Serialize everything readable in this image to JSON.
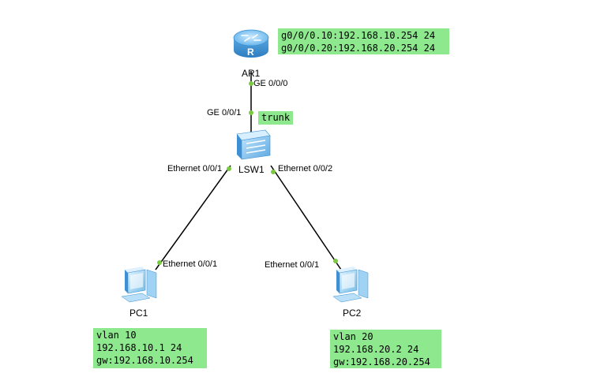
{
  "devices": {
    "router": {
      "name": "AR1",
      "icon": "router-icon"
    },
    "switch": {
      "name": "LSW1",
      "icon": "switch-icon"
    },
    "pc1": {
      "name": "PC1",
      "icon": "pc-icon"
    },
    "pc2": {
      "name": "PC2",
      "icon": "pc-icon"
    }
  },
  "ports": {
    "ar1_up_link": "GE 0/0/0",
    "lsw1_up_link": "GE 0/0/1",
    "lsw1_to_pc1": "Ethernet 0/0/1",
    "lsw1_to_pc2": "Ethernet 0/0/2",
    "pc1_port": "Ethernet 0/0/1",
    "pc2_port": "Ethernet 0/0/1"
  },
  "notes": {
    "router": [
      "g0/0/0.10:192.168.10.254 24",
      "g0/0/0.20:192.168.20.254 24"
    ],
    "trunk": "trunk",
    "pc1": [
      "vlan 10",
      "192.168.10.1 24",
      "gw:192.168.10.254"
    ],
    "pc2": [
      "vlan 20",
      "192.168.20.2 24",
      "gw:192.168.20.254"
    ]
  },
  "colors": {
    "note_bg": "#8ee88e",
    "port_dot": "#7ac943",
    "link": "#000000",
    "device_blue": "#4aa3e0"
  }
}
